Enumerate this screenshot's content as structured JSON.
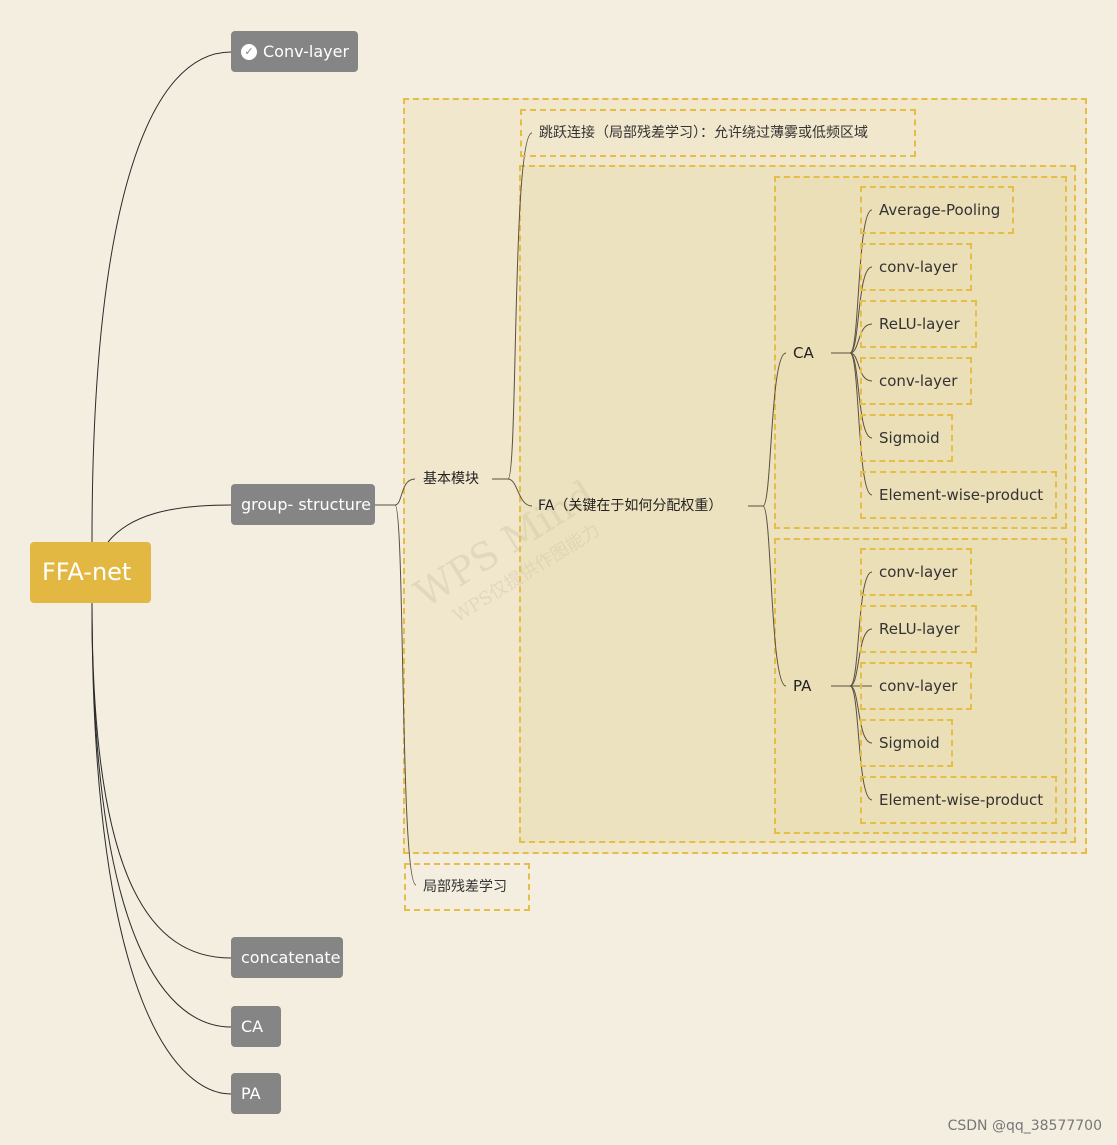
{
  "root": {
    "label": "FFA-net"
  },
  "branches": {
    "conv": "Conv-layer",
    "group": "group- structure",
    "concat": "concatenate",
    "ca": "CA",
    "pa": "PA"
  },
  "group": {
    "basic_module": "基本模块",
    "skip": "跳跃连接（局部残差学习）：允许绕过薄雾或低频区域",
    "fa": "FA（关键在于如何分配权重）",
    "local_residual": "局部残差学习",
    "ca_label": "CA",
    "pa_label": "PA",
    "ca_items": [
      "Average-Pooling",
      "conv-layer",
      "ReLU-layer",
      "conv-layer",
      "Sigmoid",
      "Element-wise-product"
    ],
    "pa_items": [
      "conv-layer",
      "ReLU-layer",
      "conv-layer",
      "Sigmoid",
      "Element-wise-product"
    ]
  },
  "watermark": {
    "line1": "WPS Mind",
    "line2": "WPS仅提供作图能力"
  },
  "footer": "CSDN @qq_38577700",
  "icons": {
    "conv_status": "check-circle-icon"
  },
  "colors": {
    "background": "#f3eee0",
    "accent": "#e2b843",
    "node": "#858585",
    "dashed": "#e6bd46"
  }
}
